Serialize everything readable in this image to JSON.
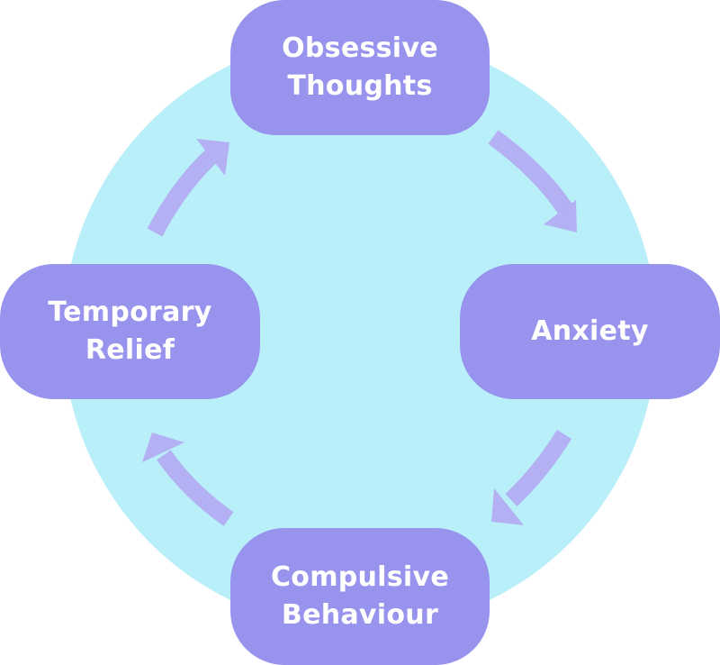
{
  "diagram": {
    "type": "cycle",
    "colors": {
      "background": "#ffffff",
      "circle": "#b9eff9",
      "node": "#9893ed",
      "arrow": "#b3b0f3",
      "text": "#ffffff"
    },
    "nodes": [
      {
        "id": "obsessive-thoughts",
        "line1": "Obsessive",
        "line2": "Thoughts"
      },
      {
        "id": "anxiety",
        "line1": "Anxiety"
      },
      {
        "id": "compulsive-behaviour",
        "line1": "Compulsive",
        "line2": "Behaviour"
      },
      {
        "id": "temporary-relief",
        "line1": "Temporary",
        "line2": "Relief"
      }
    ],
    "edges": [
      {
        "from": "obsessive-thoughts",
        "to": "anxiety",
        "direction": "clockwise"
      },
      {
        "from": "anxiety",
        "to": "compulsive-behaviour",
        "direction": "clockwise"
      },
      {
        "from": "compulsive-behaviour",
        "to": "temporary-relief",
        "direction": "clockwise"
      },
      {
        "from": "temporary-relief",
        "to": "obsessive-thoughts",
        "direction": "clockwise"
      }
    ]
  }
}
